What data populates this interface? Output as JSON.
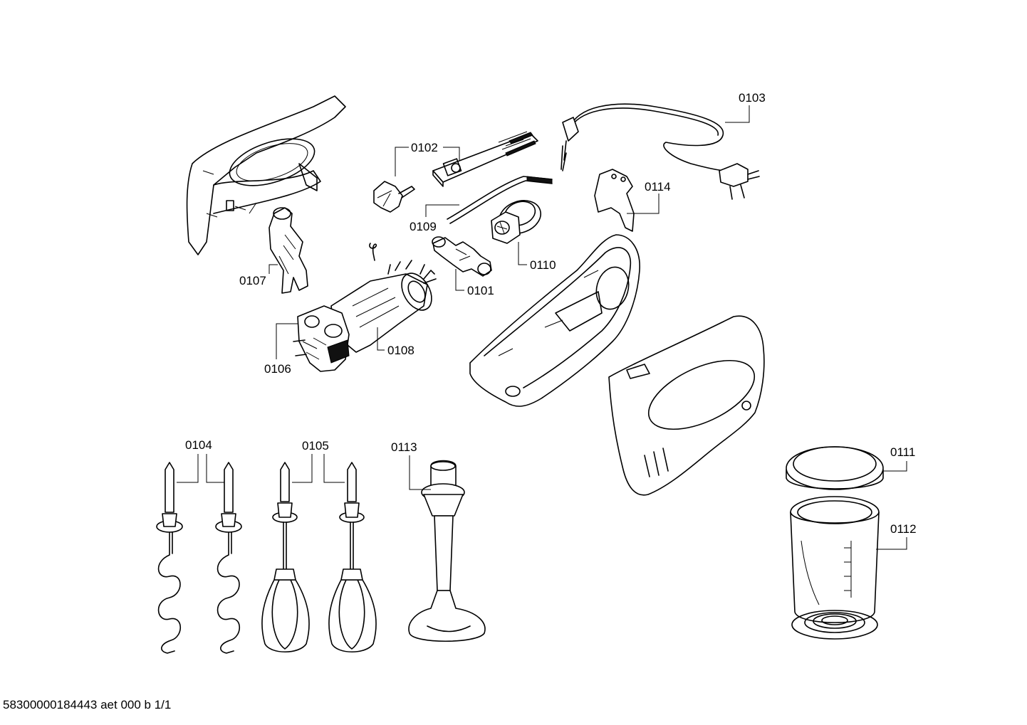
{
  "callouts": [
    {
      "id": "0101",
      "label": "0101"
    },
    {
      "id": "0102",
      "label": "0102"
    },
    {
      "id": "0103",
      "label": "0103"
    },
    {
      "id": "0104",
      "label": "0104"
    },
    {
      "id": "0105",
      "label": "0105"
    },
    {
      "id": "0106",
      "label": "0106"
    },
    {
      "id": "0107",
      "label": "0107"
    },
    {
      "id": "0108",
      "label": "0108"
    },
    {
      "id": "0109",
      "label": "0109"
    },
    {
      "id": "0110",
      "label": "0110"
    },
    {
      "id": "0111",
      "label": "0111"
    },
    {
      "id": "0112",
      "label": "0112"
    },
    {
      "id": "0113",
      "label": "0113"
    },
    {
      "id": "0114",
      "label": "0114"
    }
  ],
  "footer": {
    "document_code": "58300000184443 aet 000 b 1/1"
  }
}
